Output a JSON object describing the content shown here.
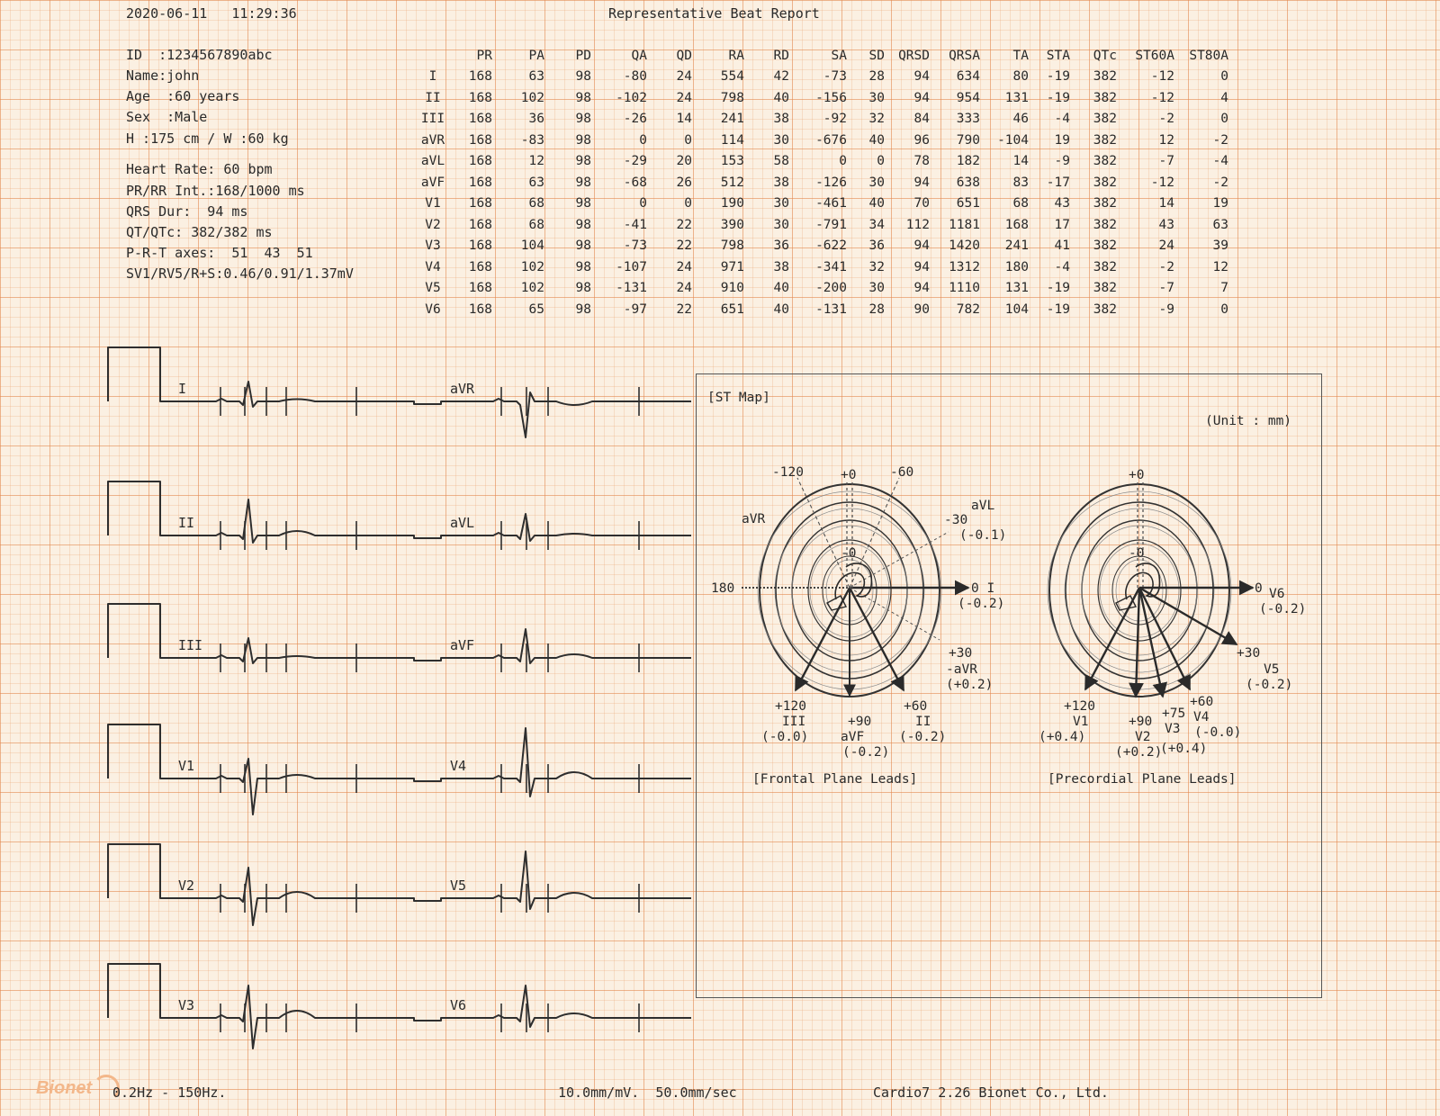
{
  "header": {
    "datetime": "2020-06-11   11:29:36",
    "title": "Representative Beat Report"
  },
  "patient": {
    "id": "ID  :1234567890abc",
    "name": "Name:john",
    "age": "Age  :60 years",
    "sex": "Sex  :Male",
    "height_weight": "H :175 cm / W :60 kg",
    "heart_rate": "Heart Rate: 60 bpm",
    "pr_rr": "PR/RR Int.:168/1000 ms",
    "qrs": "QRS Dur:  94 ms",
    "qt_qtc": "QT/QTc: 382/382 ms",
    "axes": "P-R-T axes:  51  43  51",
    "sv": "SV1/RV5/R+S:0.46/0.91/1.37mV"
  },
  "table": {
    "columns": [
      "PR",
      "PA",
      "PD",
      "QA",
      "QD",
      "RA",
      "RD",
      "SA",
      "SD",
      "QRSD",
      "QRSA",
      "TA",
      "STA",
      "QTc",
      "ST60A",
      "ST80A"
    ],
    "rows": [
      {
        "lead": "I",
        "values": [
          "168",
          "63",
          "98",
          "-80",
          "24",
          "554",
          "42",
          "-73",
          "28",
          "94",
          "634",
          "80",
          "-19",
          "382",
          "-12",
          "0"
        ]
      },
      {
        "lead": "II",
        "values": [
          "168",
          "102",
          "98",
          "-102",
          "24",
          "798",
          "40",
          "-156",
          "30",
          "94",
          "954",
          "131",
          "-19",
          "382",
          "-12",
          "4"
        ]
      },
      {
        "lead": "III",
        "values": [
          "168",
          "36",
          "98",
          "-26",
          "14",
          "241",
          "38",
          "-92",
          "32",
          "84",
          "333",
          "46",
          "-4",
          "382",
          "-2",
          "0"
        ]
      },
      {
        "lead": "aVR",
        "values": [
          "168",
          "-83",
          "98",
          "0",
          "0",
          "114",
          "30",
          "-676",
          "40",
          "96",
          "790",
          "-104",
          "19",
          "382",
          "12",
          "-2"
        ]
      },
      {
        "lead": "aVL",
        "values": [
          "168",
          "12",
          "98",
          "-29",
          "20",
          "153",
          "58",
          "0",
          "0",
          "78",
          "182",
          "14",
          "-9",
          "382",
          "-7",
          "-4"
        ]
      },
      {
        "lead": "aVF",
        "values": [
          "168",
          "63",
          "98",
          "-68",
          "26",
          "512",
          "38",
          "-126",
          "30",
          "94",
          "638",
          "83",
          "-17",
          "382",
          "-12",
          "-2"
        ]
      },
      {
        "lead": "V1",
        "values": [
          "168",
          "68",
          "98",
          "0",
          "0",
          "190",
          "30",
          "-461",
          "40",
          "70",
          "651",
          "68",
          "43",
          "382",
          "14",
          "19"
        ]
      },
      {
        "lead": "V2",
        "values": [
          "168",
          "68",
          "98",
          "-41",
          "22",
          "390",
          "30",
          "-791",
          "34",
          "112",
          "1181",
          "168",
          "17",
          "382",
          "43",
          "63"
        ]
      },
      {
        "lead": "V3",
        "values": [
          "168",
          "104",
          "98",
          "-73",
          "22",
          "798",
          "36",
          "-622",
          "36",
          "94",
          "1420",
          "241",
          "41",
          "382",
          "24",
          "39"
        ]
      },
      {
        "lead": "V4",
        "values": [
          "168",
          "102",
          "98",
          "-107",
          "24",
          "971",
          "38",
          "-341",
          "32",
          "94",
          "1312",
          "180",
          "-4",
          "382",
          "-2",
          "12"
        ]
      },
      {
        "lead": "V5",
        "values": [
          "168",
          "102",
          "98",
          "-131",
          "24",
          "910",
          "40",
          "-200",
          "30",
          "94",
          "1110",
          "131",
          "-19",
          "382",
          "-7",
          "7"
        ]
      },
      {
        "lead": "V6",
        "values": [
          "168",
          "65",
          "98",
          "-97",
          "22",
          "651",
          "40",
          "-131",
          "28",
          "90",
          "782",
          "104",
          "-19",
          "382",
          "-9",
          "0"
        ]
      }
    ]
  },
  "ecg": {
    "rows": [
      {
        "left": "I",
        "right": "aVR"
      },
      {
        "left": "II",
        "right": "aVL"
      },
      {
        "left": "III",
        "right": "aVF"
      },
      {
        "left": "V1",
        "right": "V4"
      },
      {
        "left": "V2",
        "right": "V5"
      },
      {
        "left": "V3",
        "right": "V6"
      }
    ]
  },
  "st_map": {
    "title": "[ST Map]",
    "unit": "(Unit : mm)",
    "frontal": {
      "caption": "[Frontal Plane Leads]",
      "label_top_zero": "+0",
      "label_center_zero": "-0",
      "label_m120": "-120",
      "label_m60": "-60",
      "label_avr_top": "aVR",
      "label_avl": "aVL",
      "label_m30": "-30",
      "label_avl_val": "(-0.1)",
      "label_180": "180",
      "label_0_i": "0 I",
      "label_i_val": "(-0.2)",
      "label_p30": "+30",
      "label_m_avr": "-aVR",
      "label_m_avr_val": "(+0.2)",
      "label_p120": "+120",
      "label_iii": "III",
      "label_iii_val": "(-0.0)",
      "label_p90": "+90",
      "label_avf": "aVF",
      "label_avf_val": "(-0.2)",
      "label_p60": "+60",
      "label_ii": "II",
      "label_ii_val": "(-0.2)"
    },
    "precordial": {
      "caption": "[Precordial Plane Leads]",
      "label_top_zero": "+0",
      "label_center_zero": "-0",
      "label_0": "0",
      "label_v6": "V6",
      "label_v6_val": "(-0.2)",
      "label_p30": "+30",
      "label_v5": "V5",
      "label_v5_val": "(-0.2)",
      "label_p120": "+120",
      "label_v1": "V1",
      "label_v1_val": "(+0.4)",
      "label_p90": "+90",
      "label_v2": "V2",
      "label_v2_val": "(+0.2)",
      "label_p75": "+75",
      "label_v3": "V3",
      "label_v3_val": "(+0.4)",
      "label_p60": "+60",
      "label_v4": "V4",
      "label_v4_val": "(-0.0)"
    }
  },
  "footer": {
    "filter": "0.2Hz - 150Hz.",
    "scale": "10.0mm/mV.  50.0mm/sec",
    "software": "Cardio7 2.26 Bionet Co., Ltd.",
    "logo": "Bionet"
  }
}
